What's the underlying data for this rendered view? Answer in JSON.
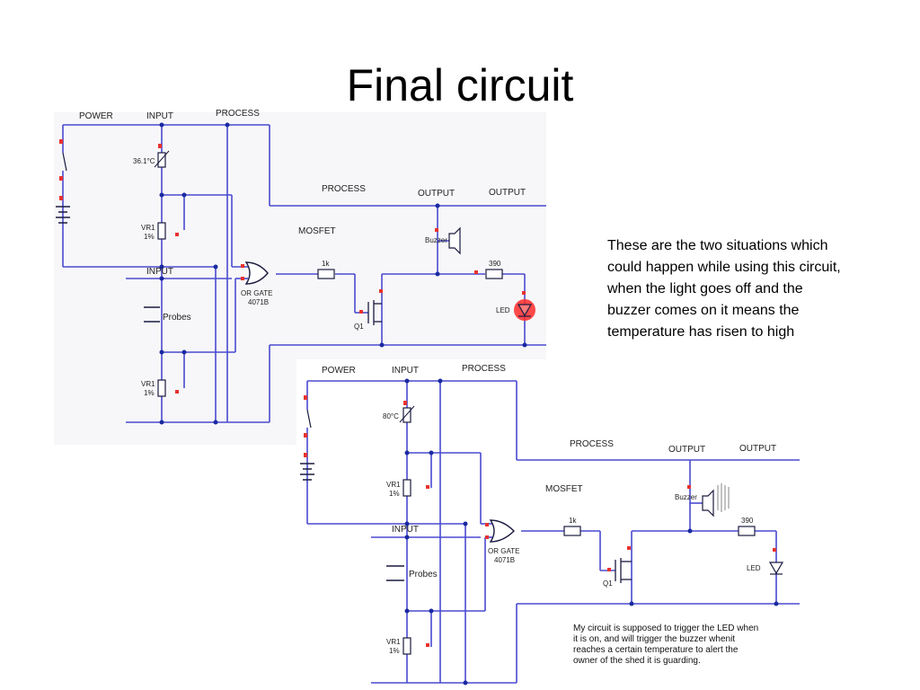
{
  "slide": {
    "title": "Final circuit",
    "note": "These are the two situations which could happen while using this circuit, when the light goes off and the buzzer comes on it means the temperature has risen to high"
  },
  "colors": {
    "wire": "#4a4ad0",
    "node": "#1a2aa0",
    "pin": "#e8322e",
    "led_on": "#ff2a2a"
  },
  "circuit1": {
    "power": "POWER",
    "input": "INPUT",
    "process": "PROCESS",
    "process2": "PROCESS",
    "output": "OUTPUT",
    "output2": "OUTPUT",
    "temp": "36.1°C",
    "vr": "VR1",
    "vr_pct": "1%",
    "input2": "INPUT",
    "probes": "Probes",
    "gate": "OR GATE",
    "gate_id": "4071B",
    "mosfet": "MOSFET",
    "q": "Q1",
    "r1": "1k",
    "r2": "390",
    "buzzer": "Buzzer",
    "led": "LED",
    "vr_b": "VR1",
    "vr_b_pct": "1%"
  },
  "circuit2": {
    "power": "POWER",
    "input": "INPUT",
    "process": "PROCESS",
    "process2": "PROCESS",
    "output": "OUTPUT",
    "output2": "OUTPUT",
    "temp": "80°C",
    "vr": "VR1",
    "vr_pct": "1%",
    "input2": "INPUT",
    "probes": "Probes",
    "gate": "OR GATE",
    "gate_id": "4071B",
    "mosfet": "MOSFET",
    "q": "Q1",
    "r1": "1k",
    "r2": "390",
    "buzzer": "Buzzer",
    "led": "LED",
    "vr_b": "VR1",
    "vr_b_pct": "1%",
    "caption_lines": [
      "My circuit is supposed to trigger the LED when",
      "it is on, and will trigger the buzzer whenit",
      "reaches a certain temperature to alert the",
      "owner of the shed it is guarding."
    ]
  }
}
